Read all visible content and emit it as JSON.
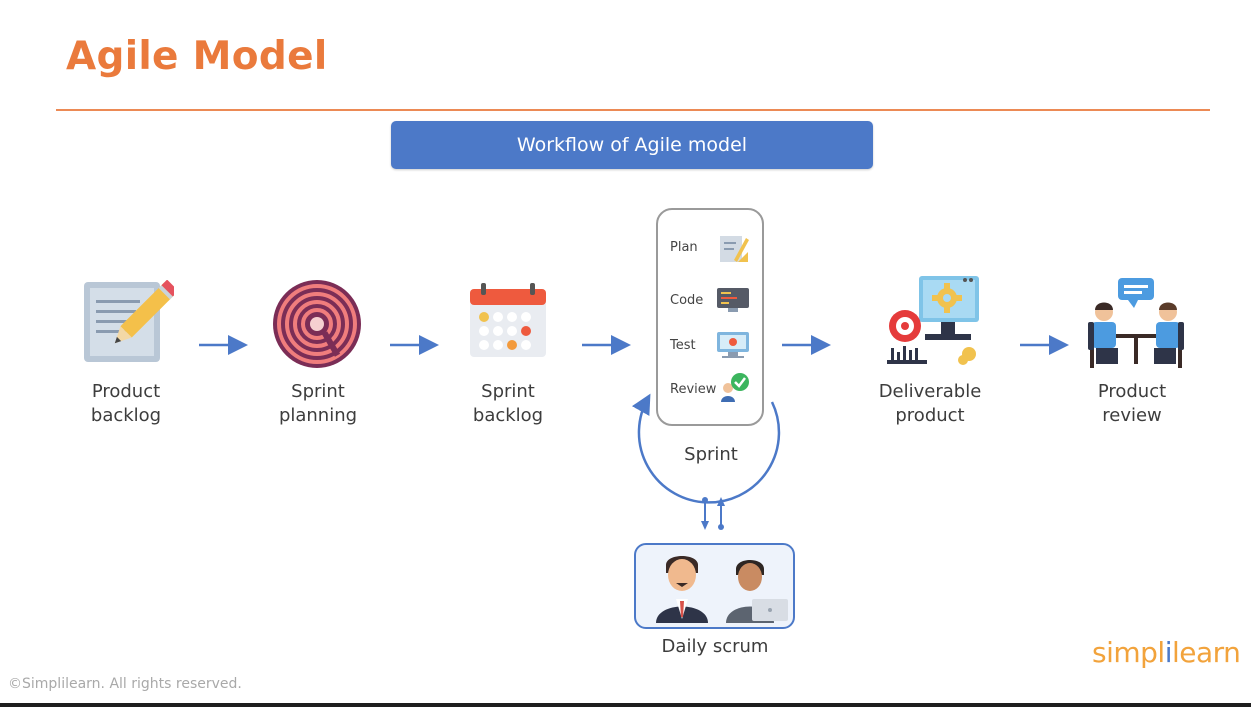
{
  "title": "Agile Model",
  "banner": "Workflow of Agile model",
  "stages": [
    {
      "label_line1": "Product",
      "label_line2": "backlog",
      "icon": "pencil-paper-icon"
    },
    {
      "label_line1": "Sprint",
      "label_line2": "planning",
      "icon": "spiral-maze-icon"
    },
    {
      "label_line1": "Sprint",
      "label_line2": "backlog",
      "icon": "calendar-icon"
    },
    {
      "label_line1": "Deliverable",
      "label_line2": "product",
      "icon": "monitor-gear-icon"
    },
    {
      "label_line1": "Product",
      "label_line2": "review",
      "icon": "meeting-people-icon"
    }
  ],
  "sprint": {
    "label": "Sprint",
    "steps": [
      "Plan",
      "Code",
      "Test",
      "Review"
    ]
  },
  "daily_scrum": {
    "label": "Daily scrum"
  },
  "footer": {
    "copyright": "©Simplilearn. All rights reserved.",
    "brand_left": "simpl",
    "brand_bar": "i",
    "brand_right": "learn"
  },
  "colors": {
    "title": "#ea7a3c",
    "accent_blue": "#4c79c8",
    "rule": "#ec8a55"
  }
}
